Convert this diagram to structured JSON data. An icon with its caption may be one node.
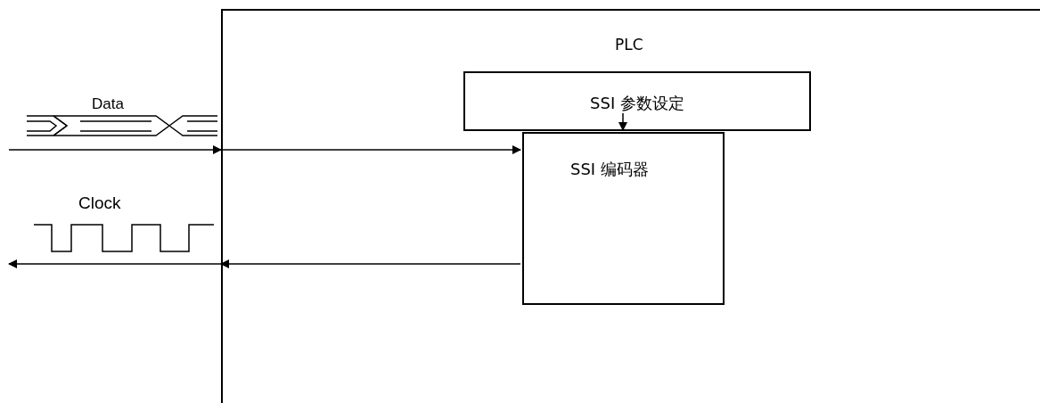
{
  "diagram": {
    "nodes": [
      {
        "text": [
          "PLC"
        ]
      },
      {
        "text": [
          "SSI 参数设定"
        ],
        "in": 0
      },
      {
        "text": [
          "SSI 编码器"
        ],
        "in": 0
      }
    ],
    "edges": [
      {
        "from": 1,
        "to": 2,
        "arrow": "to"
      },
      {
        "from": null,
        "to": 0,
        "arrow": "to"
      },
      {
        "from": 0,
        "to": 2,
        "arrow": "to"
      },
      {
        "from": 2,
        "to": 0,
        "arrow": "to"
      },
      {
        "from": 0,
        "to": null,
        "arrow": "to"
      }
    ],
    "labels": [
      "Data",
      "Clock"
    ]
  }
}
